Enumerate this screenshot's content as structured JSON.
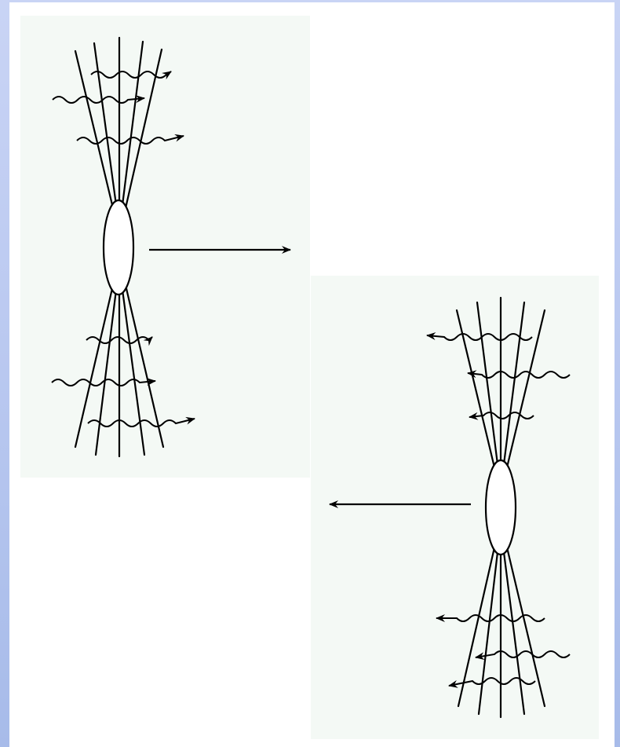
{
  "colors": {
    "outer_background": "#bcc9f0",
    "page": "#ffffff",
    "panel": "#f4f9f5",
    "ink": "#000000"
  },
  "figure": {
    "panel_top": {
      "main_arrow_direction": "right",
      "photon_arrow_direction": "right",
      "photon_count_upper": 3,
      "photon_count_lower": 3
    },
    "panel_bottom": {
      "main_arrow_direction": "left",
      "photon_arrow_direction": "left",
      "photon_count_upper": 3,
      "photon_count_lower": 3
    }
  }
}
